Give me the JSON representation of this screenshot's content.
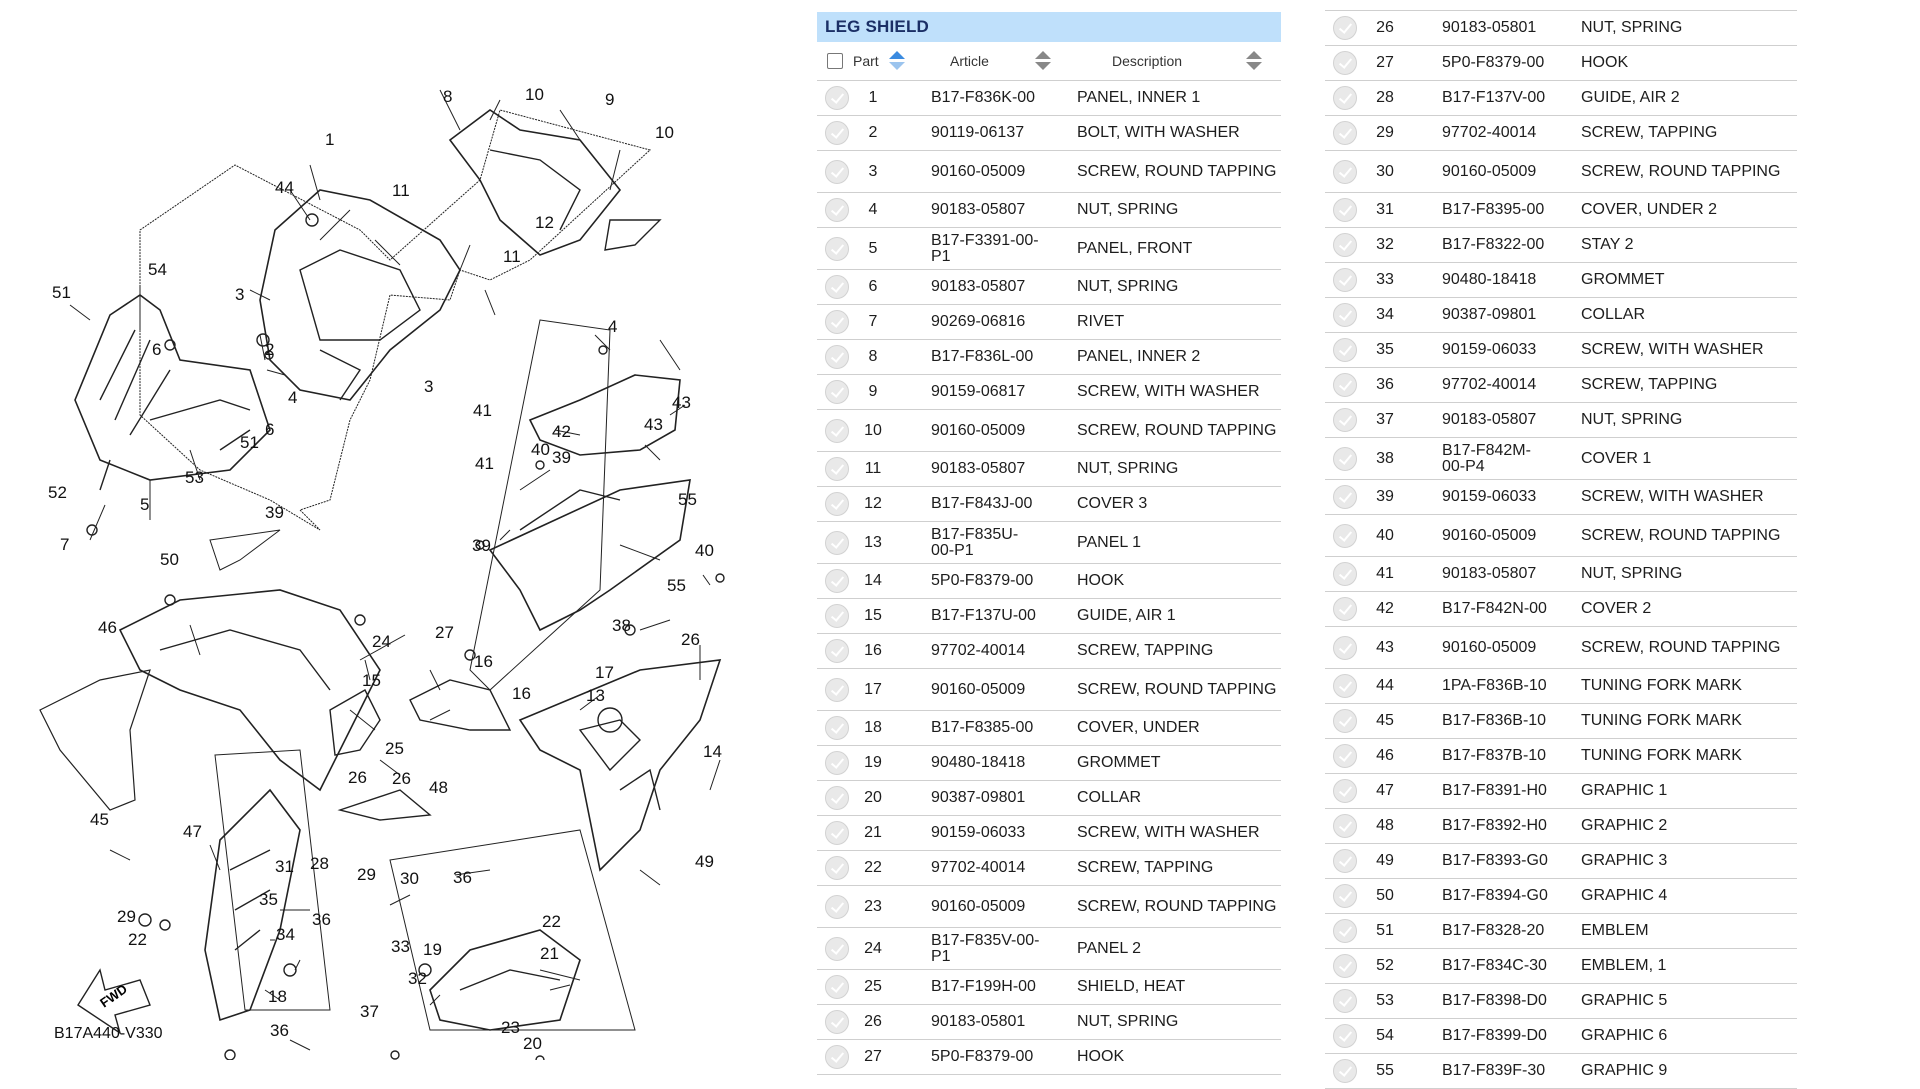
{
  "diagram": {
    "code": "B17A440-V330",
    "fwd_label": "FWD",
    "callouts": [
      "8",
      "10",
      "9",
      "10",
      "1",
      "44",
      "11",
      "12",
      "11",
      "54",
      "51",
      "3",
      "2",
      "6",
      "4",
      "6",
      "51",
      "53",
      "52",
      "5",
      "7",
      "3",
      "4",
      "43",
      "42",
      "43",
      "40",
      "41",
      "39",
      "41",
      "55",
      "39",
      "40",
      "55",
      "38",
      "39",
      "50",
      "46",
      "24",
      "27",
      "16",
      "16",
      "15",
      "25",
      "26",
      "26",
      "17",
      "26",
      "13",
      "14",
      "45",
      "49",
      "48",
      "47",
      "28",
      "29",
      "31",
      "36",
      "30",
      "29",
      "22",
      "35",
      "34",
      "36",
      "33",
      "32",
      "19",
      "22",
      "18",
      "36",
      "37",
      "23",
      "20",
      "21"
    ]
  },
  "table": {
    "title": "LEG SHIELD",
    "columns": {
      "part": "Part",
      "article": "Article",
      "description": "Description"
    },
    "col1": [
      {
        "part": "1",
        "article": "B17-F836K-00",
        "description": "PANEL, INNER 1"
      },
      {
        "part": "2",
        "article": "90119-06137",
        "description": "BOLT, WITH WASHER"
      },
      {
        "part": "3",
        "article": "90160-05009",
        "description": "SCREW, ROUND TAPPING"
      },
      {
        "part": "4",
        "article": "90183-05807",
        "description": "NUT, SPRING"
      },
      {
        "part": "5",
        "article": "B17-F3391-00-P1",
        "description": "PANEL, FRONT"
      },
      {
        "part": "6",
        "article": "90183-05807",
        "description": "NUT, SPRING"
      },
      {
        "part": "7",
        "article": "90269-06816",
        "description": "RIVET"
      },
      {
        "part": "8",
        "article": "B17-F836L-00",
        "description": "PANEL, INNER 2"
      },
      {
        "part": "9",
        "article": "90159-06817",
        "description": "SCREW, WITH WASHER"
      },
      {
        "part": "10",
        "article": "90160-05009",
        "description": "SCREW, ROUND TAPPING"
      },
      {
        "part": "11",
        "article": "90183-05807",
        "description": "NUT, SPRING"
      },
      {
        "part": "12",
        "article": "B17-F843J-00",
        "description": "COVER 3"
      },
      {
        "part": "13",
        "article": "B17-F835U-00-P1",
        "description": "PANEL 1"
      },
      {
        "part": "14",
        "article": "5P0-F8379-00",
        "description": "HOOK"
      },
      {
        "part": "15",
        "article": "B17-F137U-00",
        "description": "GUIDE, AIR 1"
      },
      {
        "part": "16",
        "article": "97702-40014",
        "description": "SCREW, TAPPING"
      },
      {
        "part": "17",
        "article": "90160-05009",
        "description": "SCREW, ROUND TAPPING"
      },
      {
        "part": "18",
        "article": "B17-F8385-00",
        "description": "COVER, UNDER"
      },
      {
        "part": "19",
        "article": "90480-18418",
        "description": "GROMMET"
      },
      {
        "part": "20",
        "article": "90387-09801",
        "description": "COLLAR"
      },
      {
        "part": "21",
        "article": "90159-06033",
        "description": "SCREW, WITH WASHER"
      },
      {
        "part": "22",
        "article": "97702-40014",
        "description": "SCREW, TAPPING"
      },
      {
        "part": "23",
        "article": "90160-05009",
        "description": "SCREW, ROUND TAPPING"
      },
      {
        "part": "24",
        "article": "B17-F835V-00-P1",
        "description": "PANEL 2"
      },
      {
        "part": "25",
        "article": "B17-F199H-00",
        "description": "SHIELD, HEAT"
      },
      {
        "part": "26",
        "article": "90183-05801",
        "description": "NUT, SPRING"
      },
      {
        "part": "27",
        "article": "5P0-F8379-00",
        "description": "HOOK"
      }
    ],
    "col2": [
      {
        "part": "26",
        "article": "90183-05801",
        "description": "NUT, SPRING"
      },
      {
        "part": "27",
        "article": "5P0-F8379-00",
        "description": "HOOK"
      },
      {
        "part": "28",
        "article": "B17-F137V-00",
        "description": "GUIDE, AIR 2"
      },
      {
        "part": "29",
        "article": "97702-40014",
        "description": "SCREW, TAPPING"
      },
      {
        "part": "30",
        "article": "90160-05009",
        "description": "SCREW, ROUND TAPPING"
      },
      {
        "part": "31",
        "article": "B17-F8395-00",
        "description": "COVER, UNDER 2"
      },
      {
        "part": "32",
        "article": "B17-F8322-00",
        "description": "STAY 2"
      },
      {
        "part": "33",
        "article": "90480-18418",
        "description": "GROMMET"
      },
      {
        "part": "34",
        "article": "90387-09801",
        "description": "COLLAR"
      },
      {
        "part": "35",
        "article": "90159-06033",
        "description": "SCREW, WITH WASHER"
      },
      {
        "part": "36",
        "article": "97702-40014",
        "description": "SCREW, TAPPING"
      },
      {
        "part": "37",
        "article": "90183-05807",
        "description": "NUT, SPRING"
      },
      {
        "part": "38",
        "article": "B17-F842M-00-P4",
        "description": "COVER 1"
      },
      {
        "part": "39",
        "article": "90159-06033",
        "description": "SCREW, WITH WASHER"
      },
      {
        "part": "40",
        "article": "90160-05009",
        "description": "SCREW, ROUND TAPPING"
      },
      {
        "part": "41",
        "article": "90183-05807",
        "description": "NUT, SPRING"
      },
      {
        "part": "42",
        "article": "B17-F842N-00",
        "description": "COVER 2"
      },
      {
        "part": "43",
        "article": "90160-05009",
        "description": "SCREW, ROUND TAPPING"
      },
      {
        "part": "44",
        "article": "1PA-F836B-10",
        "description": "TUNING FORK MARK"
      },
      {
        "part": "45",
        "article": "B17-F836B-10",
        "description": "TUNING FORK MARK"
      },
      {
        "part": "46",
        "article": "B17-F837B-10",
        "description": "TUNING FORK MARK"
      },
      {
        "part": "47",
        "article": "B17-F8391-H0",
        "description": "GRAPHIC 1"
      },
      {
        "part": "48",
        "article": "B17-F8392-H0",
        "description": "GRAPHIC 2"
      },
      {
        "part": "49",
        "article": "B17-F8393-G0",
        "description": "GRAPHIC 3"
      },
      {
        "part": "50",
        "article": "B17-F8394-G0",
        "description": "GRAPHIC 4"
      },
      {
        "part": "51",
        "article": "B17-F8328-20",
        "description": "EMBLEM"
      },
      {
        "part": "52",
        "article": "B17-F834C-30",
        "description": "EMBLEM, 1"
      },
      {
        "part": "53",
        "article": "B17-F8398-D0",
        "description": "GRAPHIC 5"
      },
      {
        "part": "54",
        "article": "B17-F8399-D0",
        "description": "GRAPHIC 6"
      },
      {
        "part": "55",
        "article": "B17-F839F-30",
        "description": "GRAPHIC 9"
      }
    ]
  }
}
